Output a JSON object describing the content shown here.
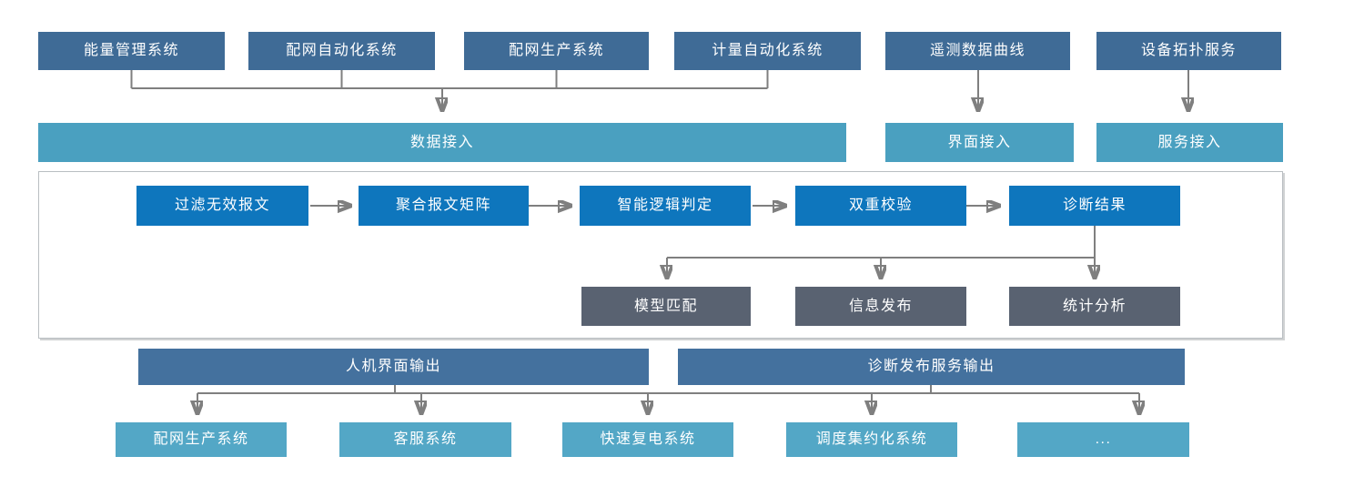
{
  "colors": {
    "source_box": "#3f6b96",
    "access_bar": "#4aa0c0",
    "flow_box": "#0e76bd",
    "result_box": "#596271",
    "output_bar": "#44719e",
    "target_box": "#53a7c6",
    "connector": "#7f7f7f",
    "panel_border": "#b9bec2",
    "text": "#ffffff"
  },
  "source_systems": [
    "能量管理系统",
    "配网自动化系统",
    "配网生产系统",
    "计量自动化系统",
    "遥测数据曲线",
    "设备拓扑服务"
  ],
  "access_layers": [
    "数据接入",
    "界面接入",
    "服务接入"
  ],
  "diagnosis_flow": [
    "过滤无效报文",
    "聚合报文矩阵",
    "智能逻辑判定",
    "双重校验",
    "诊断结果"
  ],
  "result_outputs": [
    "模型匹配",
    "信息发布",
    "统计分析"
  ],
  "output_channels": [
    "人机界面输出",
    "诊断发布服务输出"
  ],
  "target_systems": [
    "配网生产系统",
    "客服系统",
    "快速复电系统",
    "调度集约化系统",
    "..."
  ]
}
